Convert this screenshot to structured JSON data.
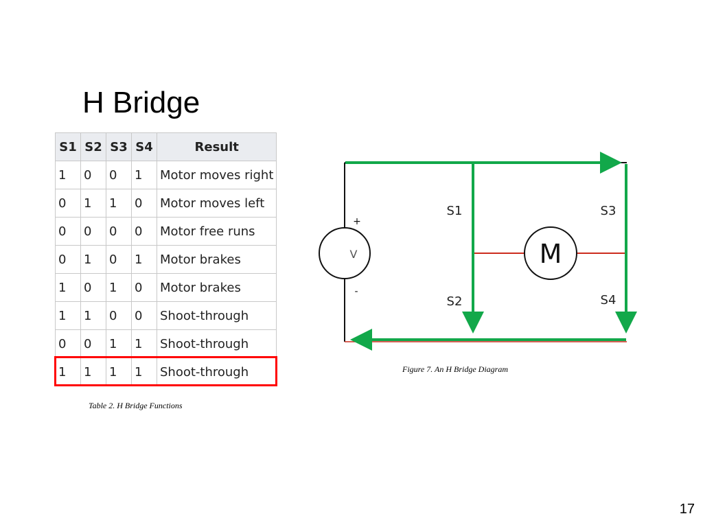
{
  "slide": {
    "title": "H Bridge",
    "page_number": "17"
  },
  "table": {
    "headers": [
      "S1",
      "S2",
      "S3",
      "S4",
      "Result"
    ],
    "rows": [
      [
        "1",
        "0",
        "0",
        "1",
        "Motor moves right"
      ],
      [
        "0",
        "1",
        "1",
        "0",
        "Motor moves left"
      ],
      [
        "0",
        "0",
        "0",
        "0",
        "Motor free runs"
      ],
      [
        "0",
        "1",
        "0",
        "1",
        "Motor brakes"
      ],
      [
        "1",
        "0",
        "1",
        "0",
        "Motor brakes"
      ],
      [
        "1",
        "1",
        "0",
        "0",
        "Shoot-through"
      ],
      [
        "0",
        "0",
        "1",
        "1",
        "Shoot-through"
      ],
      [
        "1",
        "1",
        "1",
        "1",
        "Shoot-through"
      ]
    ],
    "highlighted_row": 8,
    "caption": "Table 2. H Bridge Functions"
  },
  "diagram": {
    "source_label": "V",
    "plus_label": "+",
    "minus_label": "-",
    "motor_label": "M",
    "switches": {
      "s1": "S1",
      "s2": "S2",
      "s3": "S3",
      "s4": "S4"
    },
    "caption": "Figure 7. An H Bridge Diagram",
    "colors": {
      "current_path": "#12a84a",
      "motor_wire": "#cc2b1d",
      "wire": "#111111",
      "highlight": "#ff0000"
    }
  }
}
